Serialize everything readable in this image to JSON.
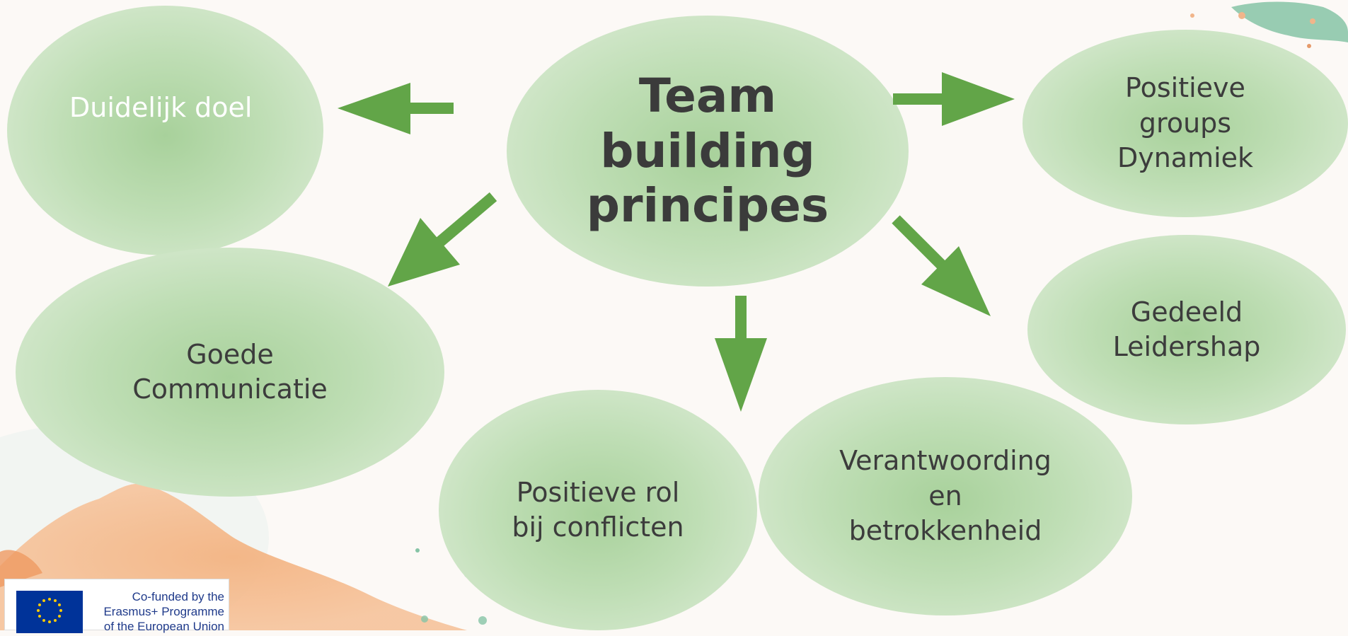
{
  "diagram": {
    "center": {
      "label": "Team\nbuilding\nprincipes"
    },
    "nodes": [
      {
        "id": "duidelijk-doel",
        "label": "Duidelijk doel"
      },
      {
        "id": "goede-communicatie",
        "label": "Goede\nCommunicatie"
      },
      {
        "id": "positieve-rol",
        "label": "Positieve rol\nbij conflicten"
      },
      {
        "id": "verantwoording",
        "label": "Verantwoording\nen\nbetrokkenheid"
      },
      {
        "id": "gedeeld-leidershap",
        "label": "Gedeeld\nLeidershap"
      },
      {
        "id": "positieve-groups",
        "label": "Positieve\ngroups\nDynamiek"
      }
    ],
    "colors": {
      "bubble": "#bfdeb5",
      "arrow": "#62a548",
      "text": "#3c3c3c"
    }
  },
  "footer": {
    "eu_line1": "Co-funded by the",
    "eu_line2": "Erasmus+ Programme",
    "eu_line3": "of the European Union"
  }
}
